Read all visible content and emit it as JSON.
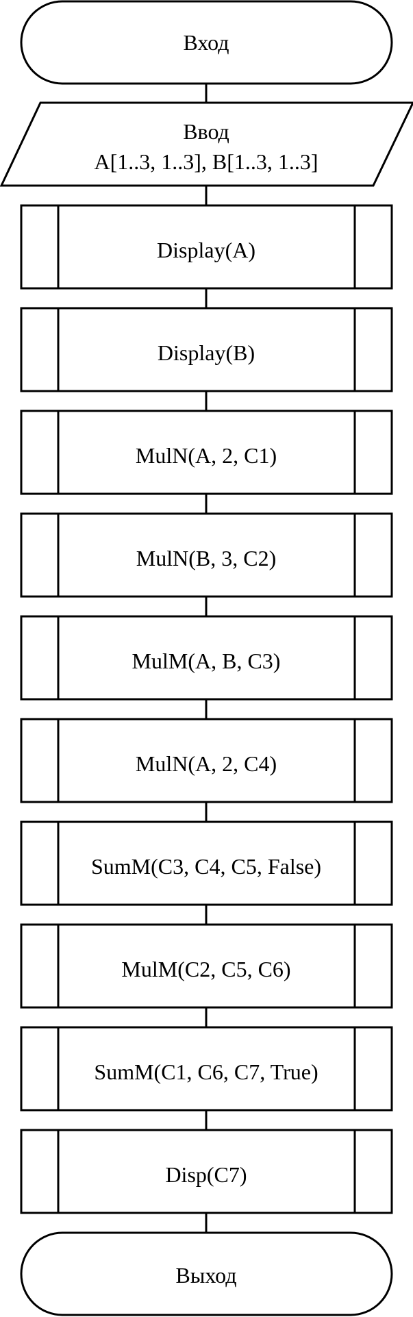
{
  "flowchart": {
    "start": "Вход",
    "input": {
      "line1": "Ввод",
      "line2": "A[1..3, 1..3], B[1..3, 1..3]"
    },
    "steps": [
      "Display(A)",
      "Display(B)",
      "MulN(A, 2, C1)",
      "MulN(B, 3, C2)",
      "MulM(A, B, C3)",
      "MulN(A, 2, C4)",
      "SumM(C3, C4, C5, False)",
      "MulM(C2, C5, C6)",
      "SumM(C1, C6, C7, True)",
      "Disp(C7)"
    ],
    "end": "Выход"
  }
}
